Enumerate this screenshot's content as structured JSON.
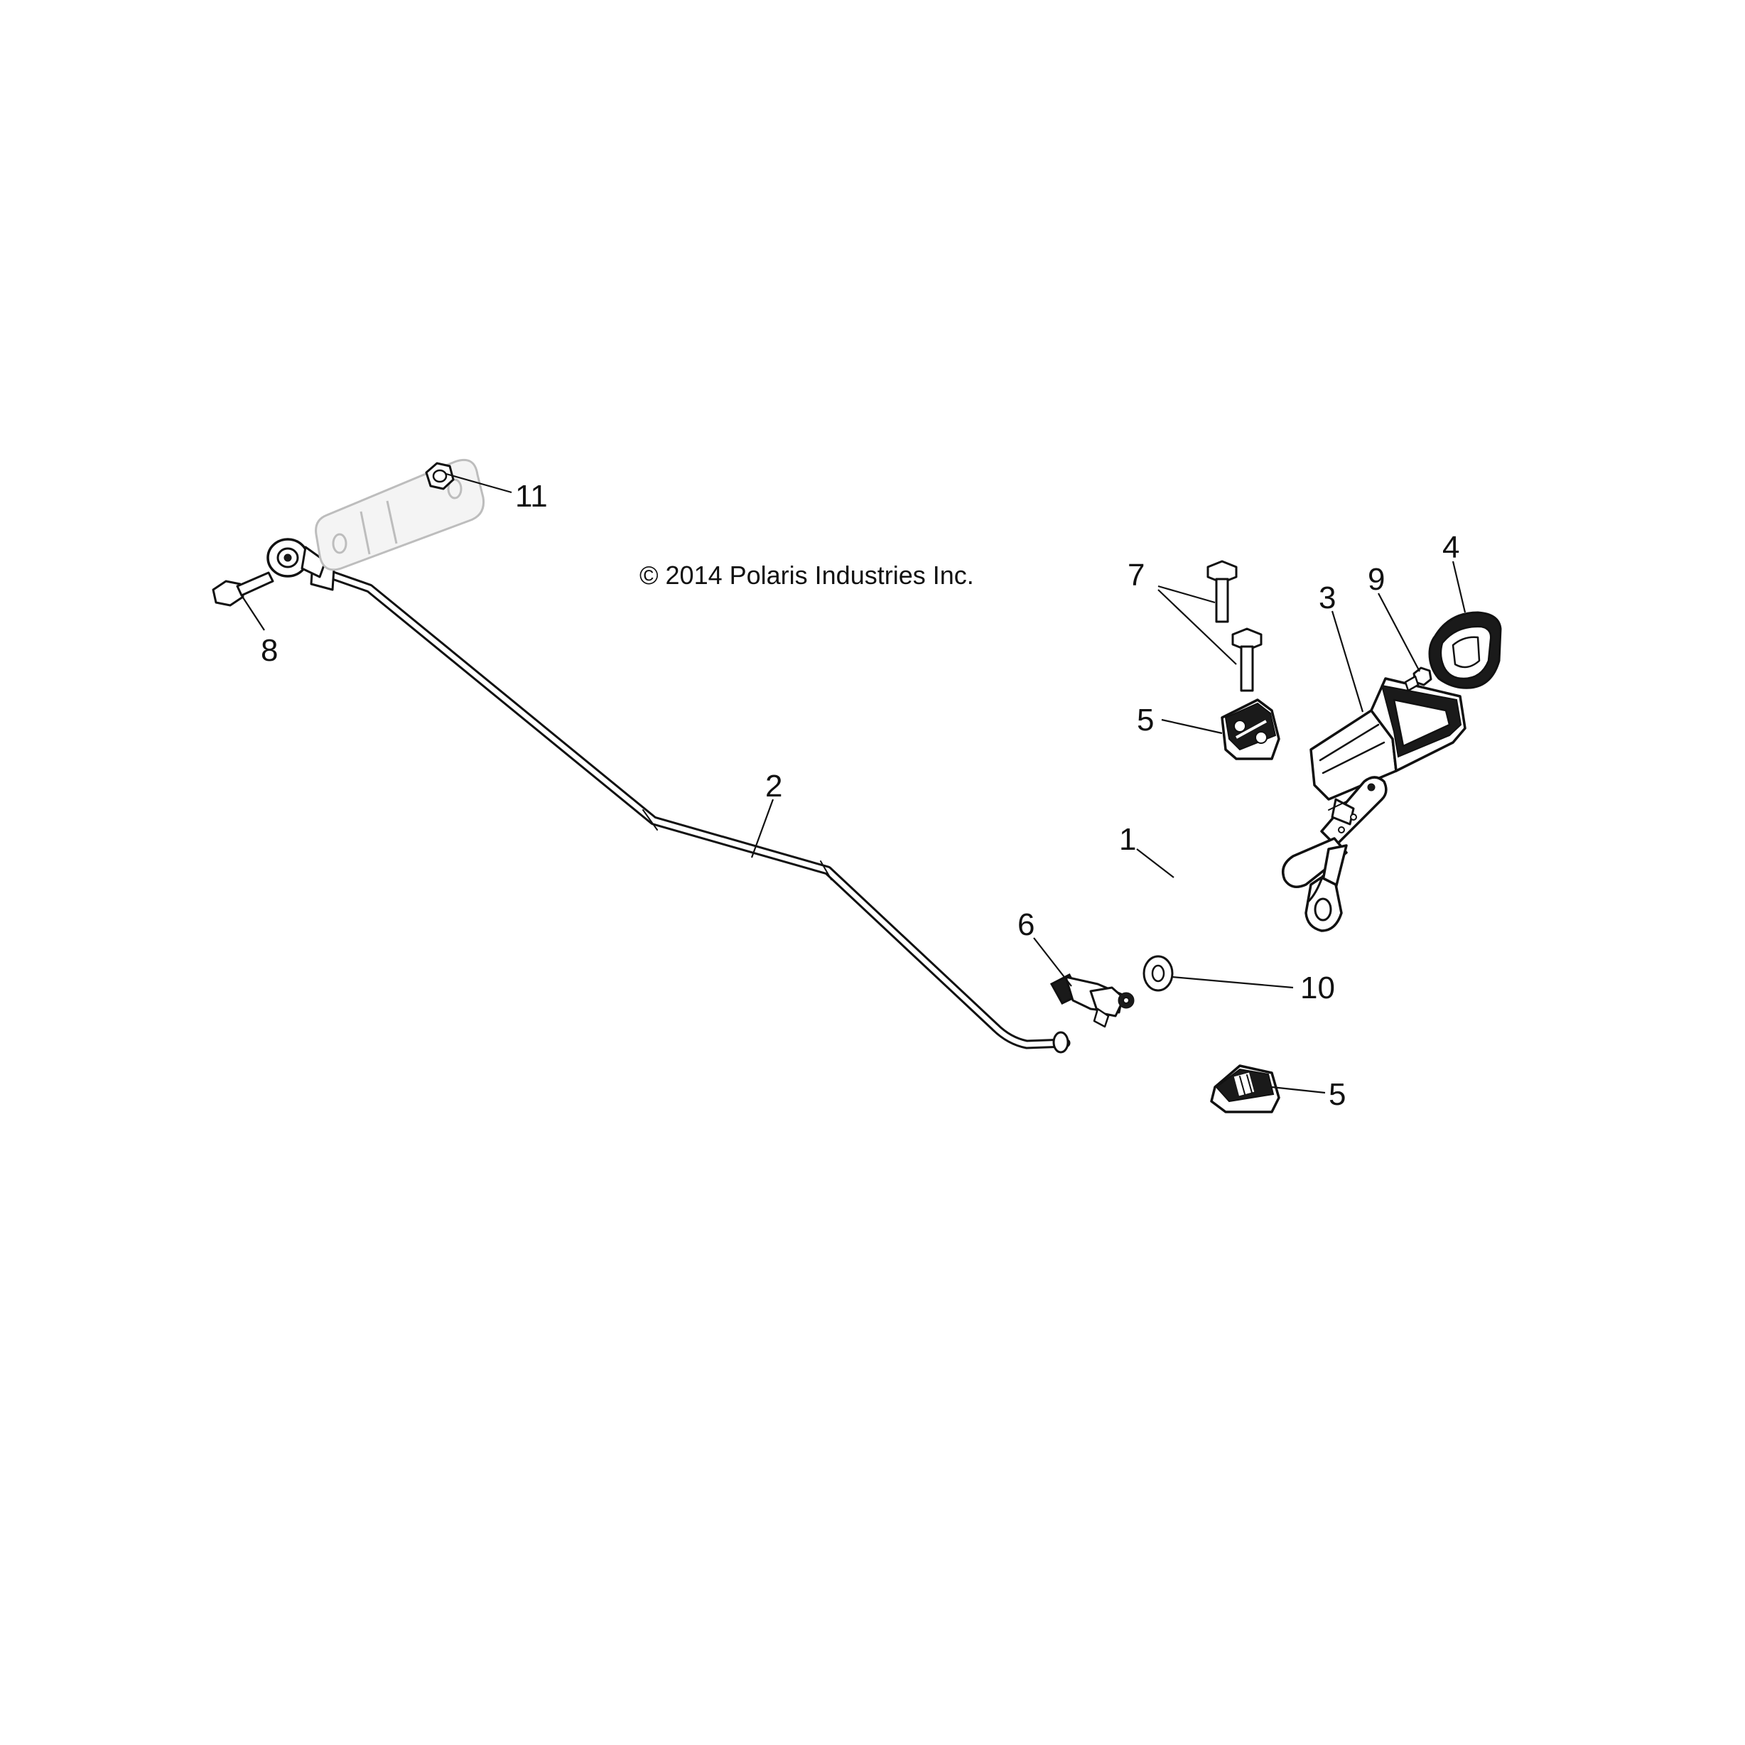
{
  "copyright": "© 2014 Polaris Industries Inc.",
  "colors": {
    "ink": "#111111",
    "background": "#ffffff",
    "ghost": "#bdbdbd"
  },
  "callouts": [
    {
      "id": "1",
      "part": "shift-lever"
    },
    {
      "id": "2",
      "part": "shift-rod"
    },
    {
      "id": "3",
      "part": "shift-boot"
    },
    {
      "id": "4",
      "part": "shift-knob"
    },
    {
      "id": "5",
      "part": "lever-bracket-upper"
    },
    {
      "id": "5",
      "part": "lever-bracket-lower"
    },
    {
      "id": "6",
      "part": "rod-clip"
    },
    {
      "id": "7",
      "part": "bracket-bolts"
    },
    {
      "id": "8",
      "part": "rod-end-bolt"
    },
    {
      "id": "9",
      "part": "knob-screw"
    },
    {
      "id": "10",
      "part": "washer"
    },
    {
      "id": "11",
      "part": "lock-nut"
    }
  ]
}
